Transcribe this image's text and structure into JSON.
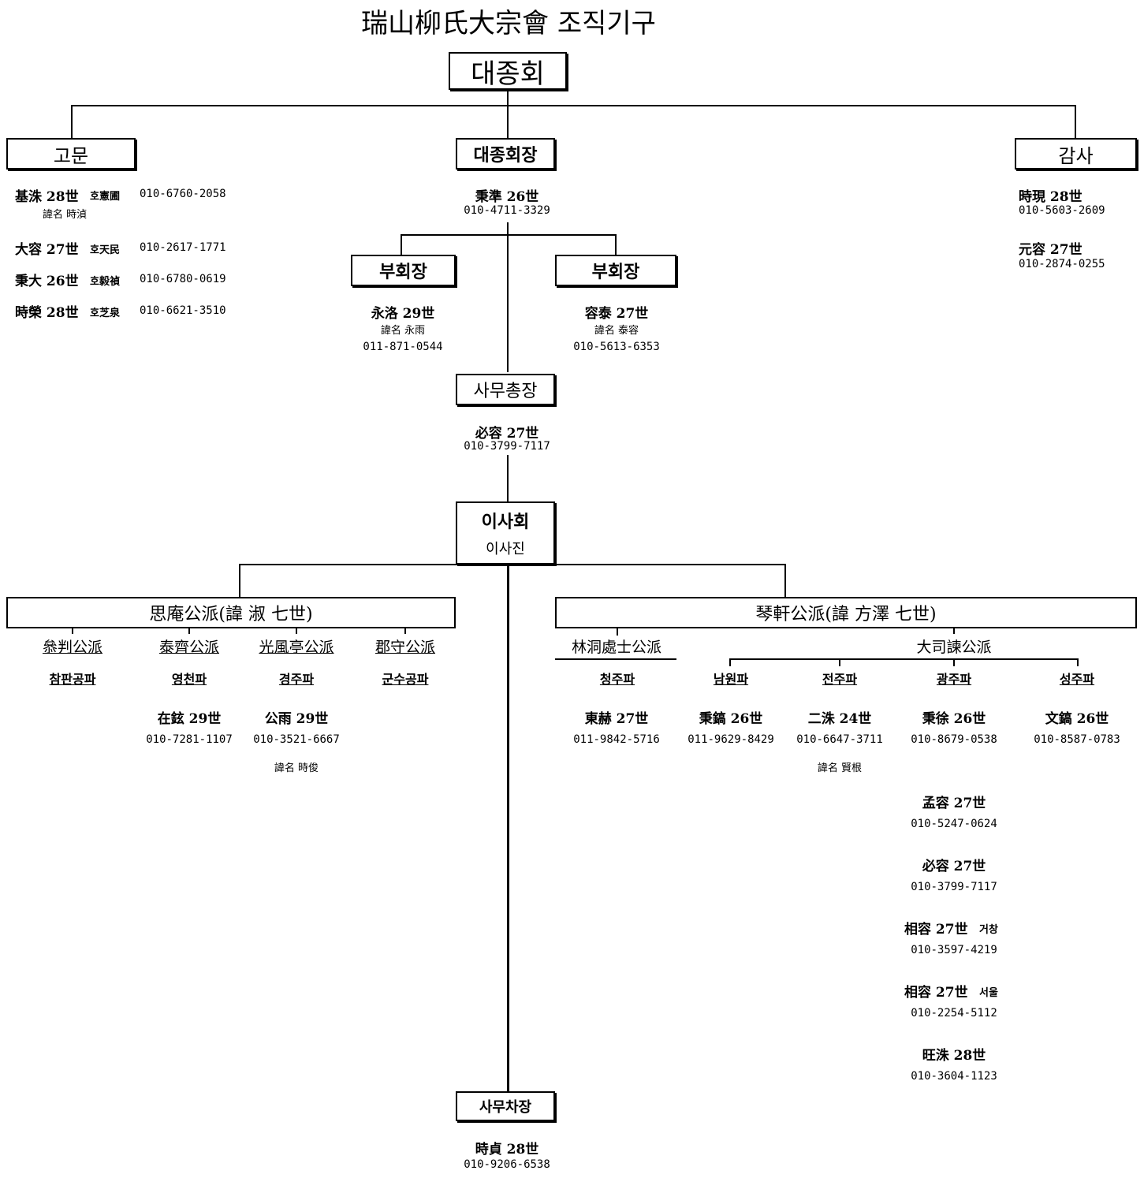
{
  "title": "瑞山柳氏大宗會 조직기구",
  "top": "대종회",
  "advisors": {
    "label": "고문",
    "members": [
      {
        "name": "基洙 28世",
        "ho": "호憲圃",
        "phone": "010-6760-2058",
        "note": "諱名 時湞"
      },
      {
        "name": "大容 27世",
        "ho": "호天民",
        "phone": "010-2617-1771"
      },
      {
        "name": "秉大 26世",
        "ho": "호毅禎",
        "phone": "010-6780-0619"
      },
      {
        "name": "時榮 28世",
        "ho": "호芝泉",
        "phone": "010-6621-3510"
      }
    ]
  },
  "chairman": {
    "label": "대종회장",
    "name": "秉準 26世",
    "phone": "010-4711-3329"
  },
  "auditors": {
    "label": "감사",
    "members": [
      {
        "name": "時現 28世",
        "phone": "010-5603-2609"
      },
      {
        "name": "元容 27世",
        "phone": "010-2874-0255"
      }
    ]
  },
  "vice_left": {
    "label": "부회장",
    "name": "永洛 29世",
    "note": "諱名 永雨",
    "phone": "011-871-0544"
  },
  "vice_right": {
    "label": "부회장",
    "name": "容泰 27世",
    "note": "諱名 泰容",
    "phone": "010-5613-6353"
  },
  "secretary_general": {
    "label": "사무총장",
    "name": "必容 27世",
    "phone": "010-3799-7117"
  },
  "board": {
    "label": "이사회",
    "sub": "이사진"
  },
  "branch_left": {
    "label": "思庵公派(諱 淑 七世)",
    "subs": [
      {
        "hanja": "叅判公派",
        "ko": "참판공파"
      },
      {
        "hanja": "泰齊公派",
        "ko": "영천파",
        "name": "在鉉 29世",
        "phone": "010-7281-1107"
      },
      {
        "hanja": "光風亭公派",
        "ko": "경주파",
        "name": "公雨 29世",
        "phone": "010-3521-6667",
        "note": "諱名 時俊"
      },
      {
        "hanja": "郡守公派",
        "ko": "군수공파"
      }
    ]
  },
  "branch_right": {
    "label": "琴軒公派(諱 方澤 七世)",
    "linsub": {
      "hanja": "林洞處士公派",
      "ko": "청주파",
      "name": "東赫 27世",
      "phone": "011-9842-5716"
    },
    "dasagan": {
      "label": "大司諫公派",
      "subs": [
        {
          "ko": "남원파",
          "name": "秉鎬 26世",
          "phone": "011-9629-8429"
        },
        {
          "ko": "전주파",
          "name": "二洙 24世",
          "phone": "010-6647-3711",
          "note": "諱名 賢根"
        },
        {
          "ko": "광주파",
          "name": "秉徐 26世",
          "phone": "010-8679-0538"
        },
        {
          "ko": "성주파",
          "name": "文鎬 26世",
          "phone": "010-8587-0783"
        }
      ],
      "gwangju_more": [
        {
          "name": "孟容 27世",
          "phone": "010-5247-0624"
        },
        {
          "name": "必容 27世",
          "phone": "010-3799-7117"
        },
        {
          "name": "相容 27世",
          "tag": "거창",
          "phone": "010-3597-4219"
        },
        {
          "name": "相容 27世",
          "tag": "서울",
          "phone": "010-2254-5112"
        },
        {
          "name": "旺洙 28世",
          "phone": "010-3604-1123"
        }
      ]
    }
  },
  "deputy": {
    "label": "사무차장",
    "name": "時貞 28世",
    "phone": "010-9206-6538"
  }
}
